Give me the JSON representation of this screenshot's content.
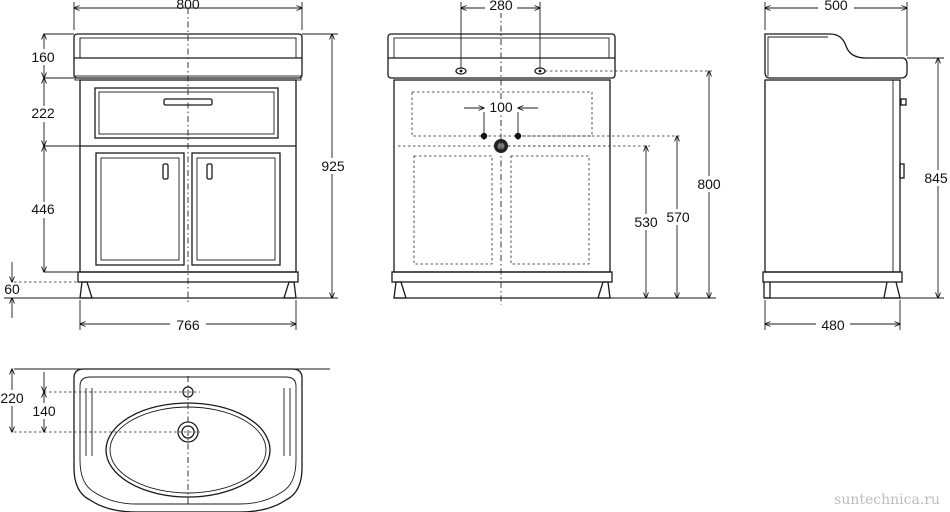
{
  "front_view": {
    "width_top": "800",
    "h_top": "160",
    "h_drawer": "222",
    "h_doors": "446",
    "h_leg": "60",
    "h_total": "925",
    "width_bottom": "766"
  },
  "back_view": {
    "mount_spacing": "280",
    "pipe_spacing": "100",
    "h_mount": "800",
    "h_pipe": "570",
    "h_drain": "530"
  },
  "side_view": {
    "depth_top": "500",
    "depth_bottom": "480",
    "height": "845"
  },
  "top_view": {
    "depth": "220",
    "to_drain": "140"
  },
  "watermark": "suntechnica.ru"
}
